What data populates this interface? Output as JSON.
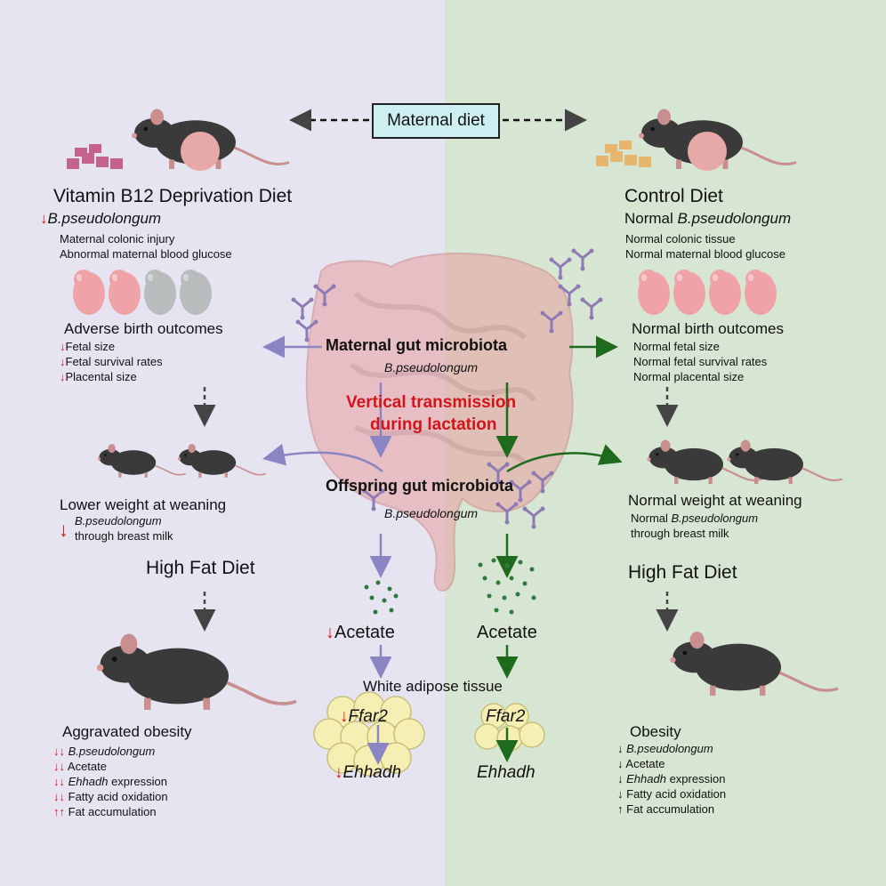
{
  "header": {
    "maternal_diet": "Maternal diet"
  },
  "left": {
    "diet_title": "Vitamin B12 Deprivation Diet",
    "bacteria": "B.pseudolongum",
    "maternal_effects": [
      "Maternal colonic injury",
      "Abnormal maternal blood glucose"
    ],
    "birth_title": "Adverse birth outcomes",
    "birth_items": [
      "Fetal size",
      "Fetal survival rates",
      "Placental size"
    ],
    "weaning_title": "Lower weight at weaning",
    "weaning_bacteria": "B.pseudolongum",
    "weaning_line2": "through breast milk",
    "hfd_label": "High Fat Diet",
    "obesity_title": "Aggravated obesity",
    "obesity_items": [
      {
        "arrows": "↓↓",
        "text": "B.pseudolongum",
        "italic": true
      },
      {
        "arrows": "↓↓",
        "text": "Acetate"
      },
      {
        "arrows": "↓↓",
        "italic_part": "Ehhadh",
        "text": " expression"
      },
      {
        "arrows": "↓↓",
        "text": "Fatty acid oxidation"
      },
      {
        "arrows": "↑↑",
        "text": "Fat accumulation"
      }
    ]
  },
  "right": {
    "diet_title": "Control Diet",
    "bacteria_prefix": "Normal ",
    "bacteria": "B.pseudolongum",
    "maternal_effects": [
      "Normal colonic tissue",
      "Normal maternal blood glucose"
    ],
    "birth_title": "Normal birth outcomes",
    "birth_items": [
      "Normal fetal size",
      "Normal fetal survival rates",
      "Normal placental size"
    ],
    "weaning_title": "Normal weight at weaning",
    "weaning_prefix": "Normal ",
    "weaning_bacteria": "B.pseudolongum",
    "weaning_line2": "through breast milk",
    "hfd_label": "High Fat Diet",
    "obesity_title": "Obesity",
    "obesity_items": [
      {
        "arrows": "↓",
        "text": "B.pseudolongum",
        "italic": true
      },
      {
        "arrows": "↓",
        "text": "Acetate"
      },
      {
        "arrows": "↓",
        "italic_part": "Ehhadh",
        "text": " expression"
      },
      {
        "arrows": "↓",
        "text": "Fatty acid oxidation"
      },
      {
        "arrows": "↑",
        "text": "Fat accumulation"
      }
    ]
  },
  "center": {
    "maternal_microbiota": "Maternal gut microbiota",
    "maternal_bacteria": "B.pseudolongum",
    "vertical_line1": "Vertical transmission",
    "vertical_line2": "during lactation",
    "offspring_microbiota": "Offspring gut microbiota",
    "offspring_bacteria": "B.pseudolongum",
    "acetate_left": "Acetate",
    "acetate_right": "Acetate",
    "wat": "White adipose tissue",
    "ffar2_left": "Ffar2",
    "ffar2_right": "Ffar2",
    "ehhadh_left": "Ehhadh",
    "ehhadh_right": "Ehhadh"
  },
  "colors": {
    "left_bg": "#e6e4f1",
    "right_bg": "#d7e6d3",
    "purple_arrow": "#8a86c4",
    "green_arrow": "#1e6b1e",
    "red": "#d4141b",
    "intestine": "#e8a0a0"
  },
  "icons": [
    "mouse-icon",
    "pup-icon",
    "food-pellets-icon",
    "bacteria-icon",
    "intestine-icon",
    "adipocyte-icon"
  ]
}
